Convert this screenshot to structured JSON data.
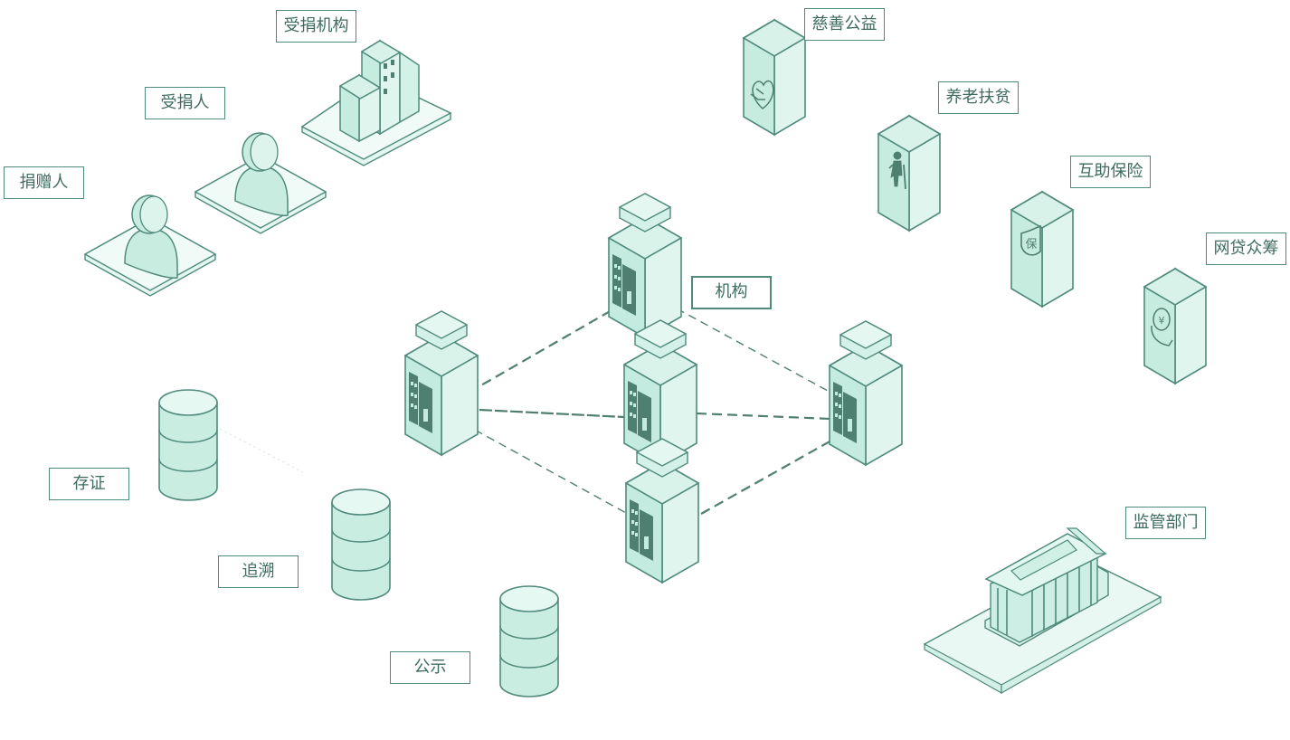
{
  "labels": {
    "recipient_org": "受捐机构",
    "recipient": "受捐人",
    "donor": "捐赠人",
    "charity": "慈善公益",
    "elderly_poverty": "养老扶贫",
    "mutual_insurance": "互助保险",
    "p2p_crowdfunding": "网贷众筹",
    "institution": "机构",
    "evidence": "存证",
    "traceability": "追溯",
    "publicity": "公示",
    "regulator": "监管部门"
  },
  "icons": {
    "charity": "heart-hand-icon",
    "elderly_poverty": "elderly-person-icon",
    "mutual_insurance": "shield-insurance-icon",
    "p2p_crowdfunding": "yuan-coin-hand-icon"
  },
  "colors": {
    "fill": "#cdeee4",
    "stroke": "#4f8a7c",
    "dark": "#4f7f70",
    "label_text": "#3d6b60"
  }
}
